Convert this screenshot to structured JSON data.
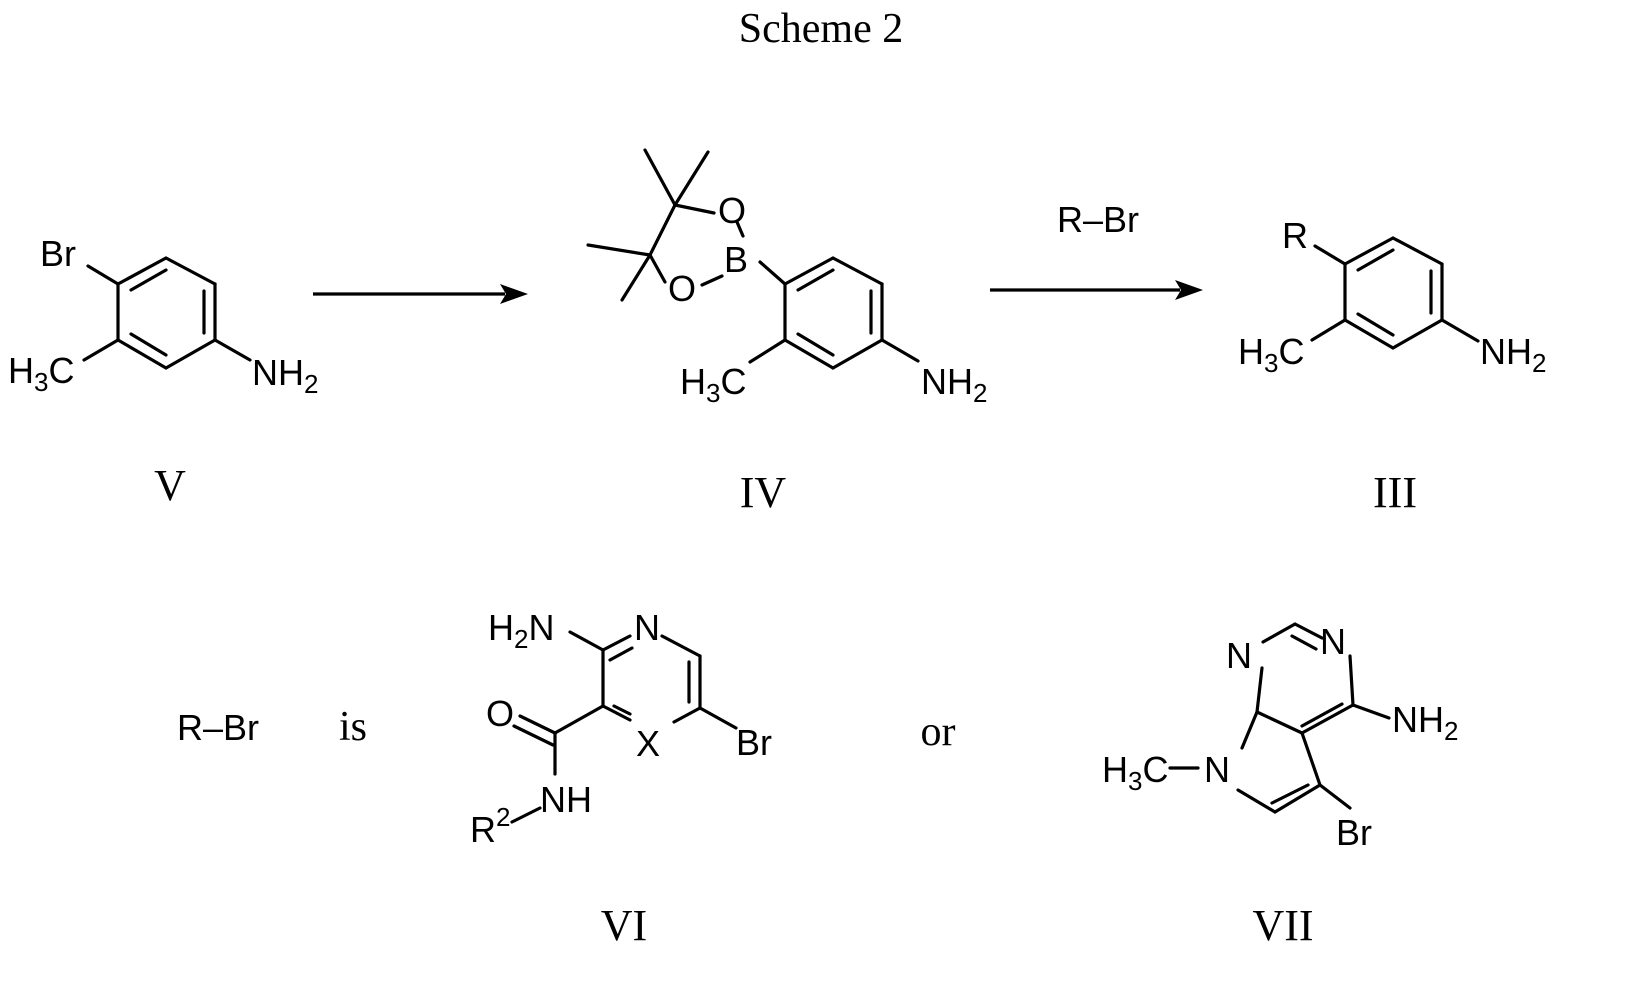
{
  "title": "Scheme 2",
  "compounds": {
    "V": {
      "label": "V",
      "atoms": {
        "br": "Br",
        "ch3": "H",
        "ch3_sub": "3",
        "ch3_c": "C",
        "nh2": "NH",
        "nh2_sub": "2"
      }
    },
    "IV": {
      "label": "IV",
      "atoms": {
        "o1": "O",
        "o2": "O",
        "b": "B",
        "ch3": "H",
        "ch3_sub": "3",
        "ch3_c": "C",
        "nh2": "NH",
        "nh2_sub": "2"
      }
    },
    "III": {
      "label": "III",
      "atoms": {
        "r": "R",
        "ch3": "H",
        "ch3_sub": "3",
        "ch3_c": "C",
        "nh2": "NH",
        "nh2_sub": "2"
      }
    },
    "VI": {
      "label": "VI",
      "atoms": {
        "h2n_h": "H",
        "h2n_sub": "2",
        "h2n_n": "N",
        "n": "N",
        "o": "O",
        "x": "X",
        "br": "Br",
        "nh": "NH",
        "r": "R",
        "r_sup": "2"
      }
    },
    "VII": {
      "label": "VII",
      "atoms": {
        "n1": "N",
        "n2": "N",
        "nh2": "NH",
        "nh2_sub": "2",
        "ch3_h": "H",
        "ch3_sub": "3",
        "ch3_c": "C",
        "n_pyrrole": "N",
        "br": "Br"
      }
    }
  },
  "reaction": {
    "reagent": "R–Br"
  },
  "definition": {
    "lhs": "R–Br",
    "is_word": "is",
    "or_word": "or"
  }
}
